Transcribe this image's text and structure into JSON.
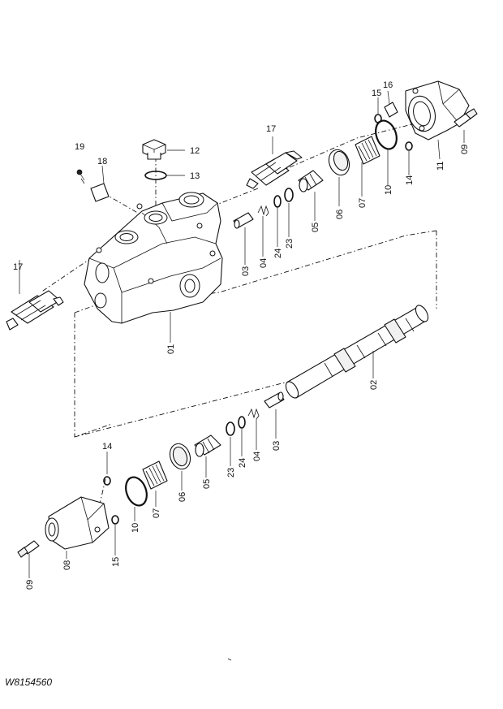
{
  "drawing_ref": "W8154560",
  "labels": [
    {
      "id": "15a",
      "text": "15"
    },
    {
      "id": "16",
      "text": "16"
    },
    {
      "id": "17a",
      "text": "17"
    },
    {
      "id": "12",
      "text": "12"
    },
    {
      "id": "19",
      "text": "19"
    },
    {
      "id": "18",
      "text": "18"
    },
    {
      "id": "13",
      "text": "13"
    },
    {
      "id": "09a",
      "text": "09"
    },
    {
      "id": "11",
      "text": "11"
    },
    {
      "id": "14a",
      "text": "14"
    },
    {
      "id": "10a",
      "text": "10"
    },
    {
      "id": "07a",
      "text": "07"
    },
    {
      "id": "06a",
      "text": "06"
    },
    {
      "id": "05a",
      "text": "05"
    },
    {
      "id": "23a",
      "text": "23"
    },
    {
      "id": "24a",
      "text": "24"
    },
    {
      "id": "04a",
      "text": "04"
    },
    {
      "id": "03a",
      "text": "03"
    },
    {
      "id": "17b",
      "text": "17"
    },
    {
      "id": "01",
      "text": "01"
    },
    {
      "id": "02",
      "text": "02"
    },
    {
      "id": "14b",
      "text": "14"
    },
    {
      "id": "03b",
      "text": "03"
    },
    {
      "id": "04b",
      "text": "04"
    },
    {
      "id": "24b",
      "text": "24"
    },
    {
      "id": "23b",
      "text": "23"
    },
    {
      "id": "05b",
      "text": "05"
    },
    {
      "id": "06b",
      "text": "06"
    },
    {
      "id": "07b",
      "text": "07"
    },
    {
      "id": "10b",
      "text": "10"
    },
    {
      "id": "08",
      "text": "08"
    },
    {
      "id": "15b",
      "text": "15"
    },
    {
      "id": "09b",
      "text": "09"
    }
  ]
}
